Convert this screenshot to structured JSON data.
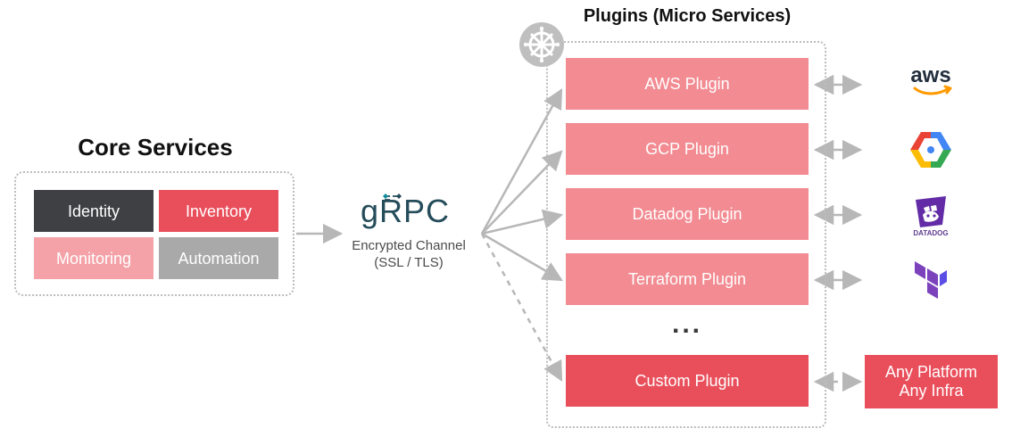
{
  "core_services": {
    "title": "Core Services",
    "items": [
      {
        "label": "Identity",
        "color": "#3f4043"
      },
      {
        "label": "Inventory",
        "color": "#e94e5b"
      },
      {
        "label": "Monitoring",
        "color": "#f4a2a8"
      },
      {
        "label": "Automation",
        "color": "#a9a9a9"
      }
    ]
  },
  "grpc": {
    "logo_text": "gRPC",
    "caption_line1": "Encrypted Channel",
    "caption_line2": "(SSL / TLS)"
  },
  "plugins": {
    "title": "Plugins (Micro Services)",
    "items": [
      {
        "label": "AWS Plugin",
        "connection": "solid"
      },
      {
        "label": "GCP Plugin",
        "connection": "solid"
      },
      {
        "label": "Datadog Plugin",
        "connection": "solid"
      },
      {
        "label": "Terraform Plugin",
        "connection": "solid"
      },
      {
        "label": "Custom Plugin",
        "connection": "dashed"
      }
    ],
    "ellipsis": "...",
    "badge_icon": "helm-wheel-icon",
    "plugin_color": "#f28b92",
    "custom_color": "#e84f5b"
  },
  "targets": {
    "aws": {
      "label": "aws",
      "icon": "aws-icon"
    },
    "gcp": {
      "icon": "gcp-icon"
    },
    "datadog": {
      "label": "DATADOG",
      "icon": "datadog-icon"
    },
    "terraform": {
      "icon": "terraform-icon"
    },
    "custom_target_line1": "Any Platform",
    "custom_target_line2": "Any Infra"
  },
  "colors": {
    "connector": "#b7b7b7",
    "dark_text": "#111111",
    "grpc_teal": "#244c5a"
  }
}
